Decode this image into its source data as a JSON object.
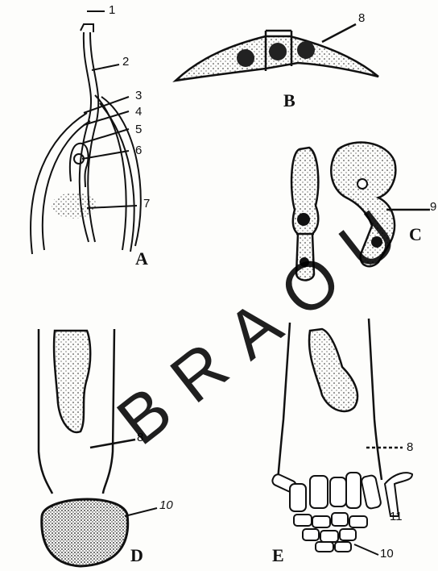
{
  "panels": {
    "A": "A",
    "B": "B",
    "C": "C",
    "D": "D",
    "E": "E"
  },
  "numbers": {
    "n1": "1",
    "n2": "2",
    "n3": "3",
    "n4": "4",
    "n5": "5",
    "n6": "6",
    "n7": "7",
    "n8_b": "8",
    "n9": "9",
    "n8_d": "8",
    "n10_d": "10",
    "n8_e": "8",
    "n11": "11",
    "n10_e": "10"
  },
  "watermark": "BRAOU"
}
